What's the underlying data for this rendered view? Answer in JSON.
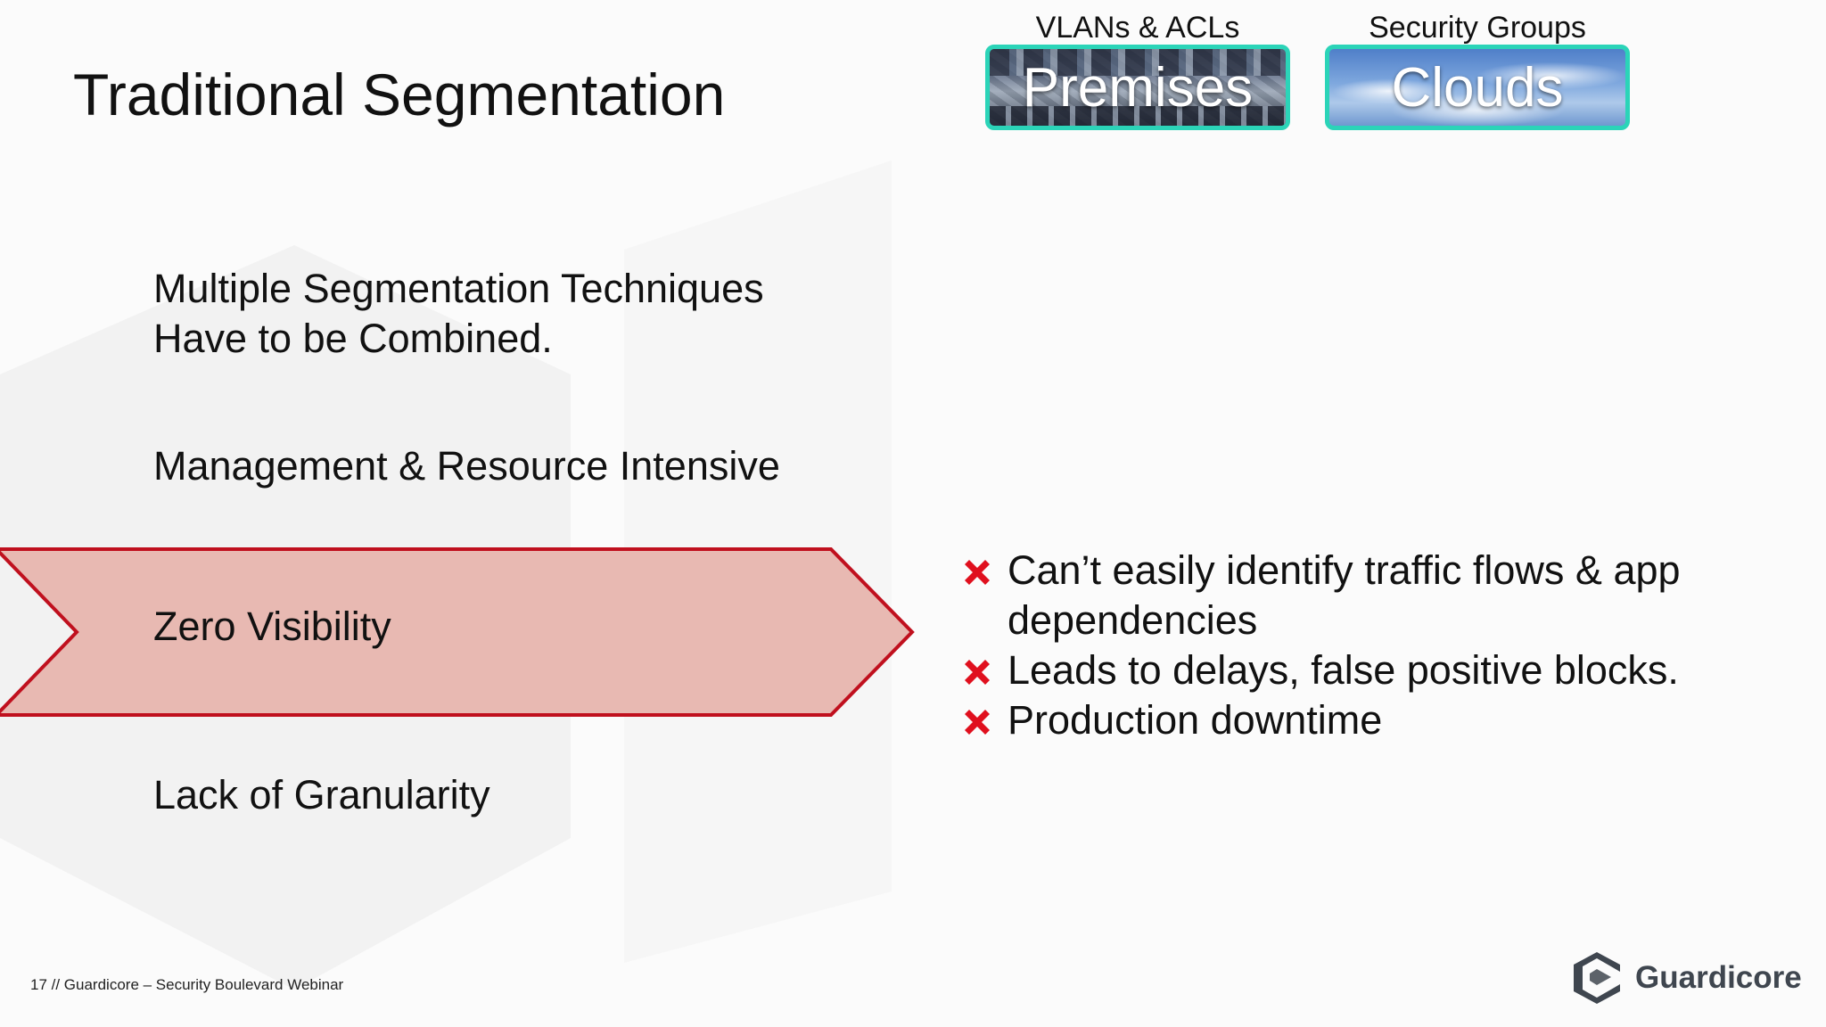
{
  "slide": {
    "title": "Traditional Segmentation",
    "footer": "17 // Guardicore – Security Boulevard Webinar"
  },
  "environments": [
    {
      "caption": "VLANs & ACLs",
      "label": "Premises"
    },
    {
      "caption": "Security Groups",
      "label": "Clouds"
    }
  ],
  "points": [
    {
      "line1": "Multiple Segmentation Techniques",
      "line2": "Have to be Combined."
    },
    {
      "text": "Management & Resource Intensive"
    },
    {
      "text": "Zero Visibility"
    },
    {
      "text": "Lack of Granularity"
    }
  ],
  "details": [
    {
      "text": "Can’t easily identify traffic flows & app\ndependencies"
    },
    {
      "text": "Leads to delays, false positive blocks."
    },
    {
      "text": "Production downtime"
    }
  ],
  "brand": {
    "name": "Guardicore",
    "icon": "guardicore-logo-icon"
  },
  "colors": {
    "highlight_fill": "#e8b9b2",
    "highlight_border": "#c0101e",
    "x_mark": "#e0101e",
    "tile_border": "#2bd4b8",
    "logo": "#3f464f"
  }
}
